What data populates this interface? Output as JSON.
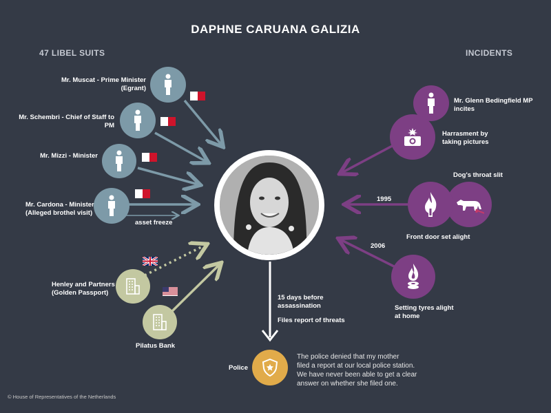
{
  "title": "DAPHNE CARUANA GALIZIA",
  "left_heading": "47 LIBEL SUITS",
  "right_heading": "INCIDENTS",
  "libel": [
    {
      "line1": "Mr. Muscat - Prime Minister",
      "line2": "(Egrant)",
      "flag": "malta"
    },
    {
      "line1": "Mr. Schembri - Chief of Staff to PM",
      "line2": "",
      "flag": "malta"
    },
    {
      "line1": "Mr. Mizzi - Minister",
      "line2": "",
      "flag": "malta"
    },
    {
      "line1": "Mr. Cardona - Minister",
      "line2": "(Alleged brothel visit)",
      "flag": "malta"
    }
  ],
  "asset_freeze": "asset freeze",
  "companies": [
    {
      "line1": "Henley and Partners",
      "line2": "(Golden Passport)",
      "flag": "uk"
    },
    {
      "line1": "Pilatus Bank",
      "line2": "",
      "flag": "usa"
    }
  ],
  "incidents": [
    {
      "line1": "Mr. Glenn Bedingfield MP",
      "line2": "incites",
      "icon": "person-icon"
    },
    {
      "line1": "Harrasment by",
      "line2": "taking pictures",
      "icon": "camera-icon"
    },
    {
      "line1": "Dog's throat slit",
      "line2": "",
      "icon": "dog-icon"
    },
    {
      "line1": "Front door set alight",
      "line2": "",
      "icon": "flame-icon"
    },
    {
      "line1": "Setting tyres alight",
      "line2": "at home",
      "icon": "tyres-fire-icon"
    }
  ],
  "year_1995": "1995",
  "year_2006": "2006",
  "center_note1_a": "15 days before",
  "center_note1_b": "assassination",
  "center_note2": "Files report of threats",
  "police_label": "Police",
  "police_quote": [
    "The police denied that my mother",
    "filed a report at our local police station.",
    "We have never been able to get a clear",
    "answer on whether she filed one."
  ],
  "footer": "© House of Representatives of the Netherlands",
  "colors": {
    "background": "#343a46",
    "blue": "#7d9aa8",
    "purple": "#7d3f84",
    "olive": "#c3c8a1",
    "gold": "#e1ab4a"
  }
}
